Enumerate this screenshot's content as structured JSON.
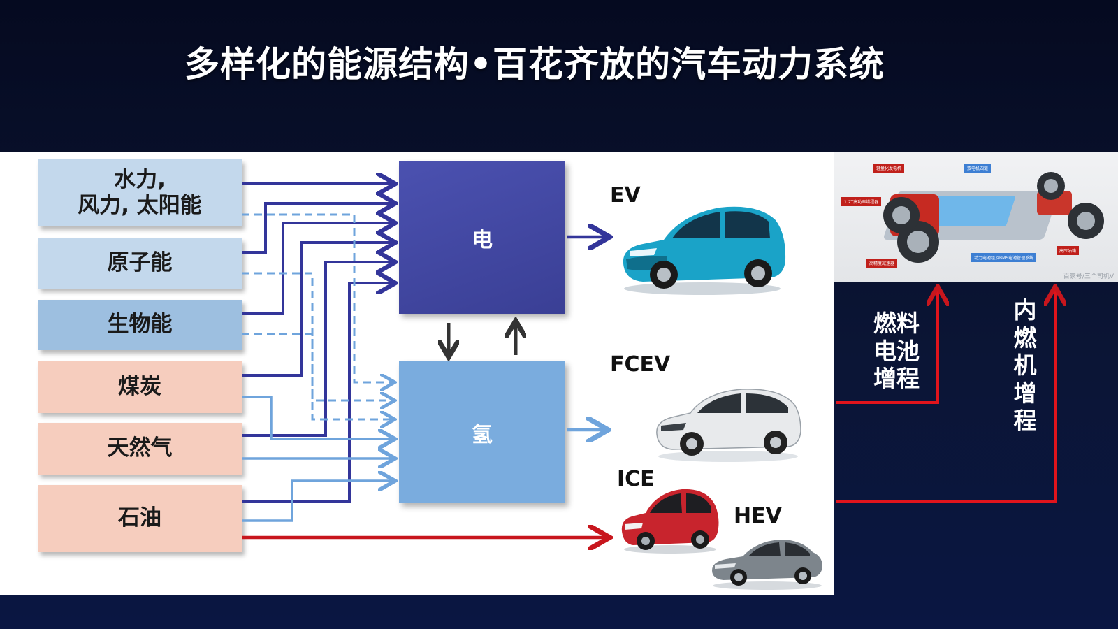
{
  "title": "多样化的能源结构•百花齐放的汽车动力系统",
  "sources": {
    "renewable": "水力,\n风力, 太阳能",
    "nuclear": "原子能",
    "biomass": "生物能",
    "coal": "煤炭",
    "gas": "天然气",
    "oil": "石油"
  },
  "hubs": {
    "electricity": "电",
    "hydrogen": "氢"
  },
  "vehicles": {
    "ev": "EV",
    "fcev": "FCEV",
    "ice": "ICE",
    "hev": "HEV"
  },
  "chassis_image": {
    "tags": {
      "t1": "轻量化发电机",
      "t2": "双电机四驱",
      "t3": "1.2T高功率增程器",
      "t4": "高压油箱",
      "t5": "高精度减速器",
      "t6": "动力电池组及BMS电池管理系统"
    },
    "watermark": "百家号/三个司机V"
  },
  "range_extenders": {
    "fuel_cell": "燃料\n电池\n增程",
    "ice": "内燃机增程"
  },
  "colors": {
    "dark_arrow": "#33359a",
    "light_arrow": "#6fa4dc",
    "red_arrow": "#c8161d",
    "red_line": "#e0141c"
  }
}
